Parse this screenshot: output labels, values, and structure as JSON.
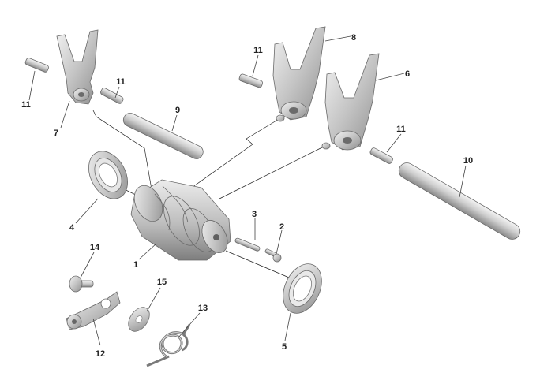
{
  "diagram": {
    "labels": {
      "p1": "1",
      "p2": "2",
      "p3": "3",
      "p4": "4",
      "p5": "5",
      "p6": "6",
      "p7": "7",
      "p8": "8",
      "p9": "9",
      "p10": "10",
      "p11a": "11",
      "p11b": "11",
      "p11c": "11",
      "p11d": "11",
      "p12": "12",
      "p13": "13",
      "p14": "14",
      "p15": "15"
    }
  }
}
